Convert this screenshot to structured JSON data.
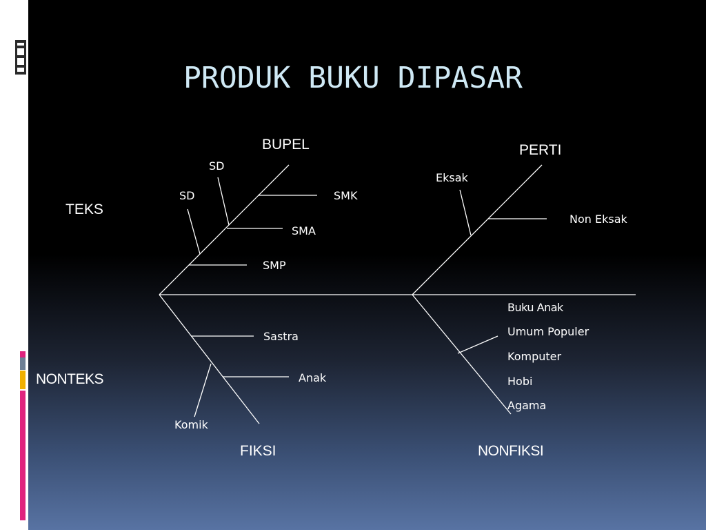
{
  "slide": {
    "title": "PRODUK BUKU DIPASAR",
    "colors": {
      "title": "#cfe9f5",
      "text": "#ffffff",
      "accent_magenta": "#e0237e",
      "accent_gold": "#f0b000",
      "accent_slate": "#6d7f95"
    }
  },
  "categories": {
    "teks": "TEKS",
    "nonteks": "NONTEKS"
  },
  "branches": {
    "bupel": "BUPEL",
    "perti": "PERTI",
    "fiksi": "FIKSI",
    "nonfiksi": "NONFIKSI"
  },
  "bupel_items": {
    "sd_upper": "SD",
    "sd_lower": "SD",
    "smk": "SMK",
    "sma": "SMA",
    "smp": "SMP"
  },
  "perti_items": {
    "eksak": "Eksak",
    "non_eksak": "Non Eksak"
  },
  "fiksi_items": {
    "sastra": "Sastra",
    "anak": "Anak",
    "komik": "Komik"
  },
  "nonfiksi_items": [
    "Buku Anak",
    "Umum Populer",
    "Komputer",
    "Hobi",
    "Agama"
  ]
}
